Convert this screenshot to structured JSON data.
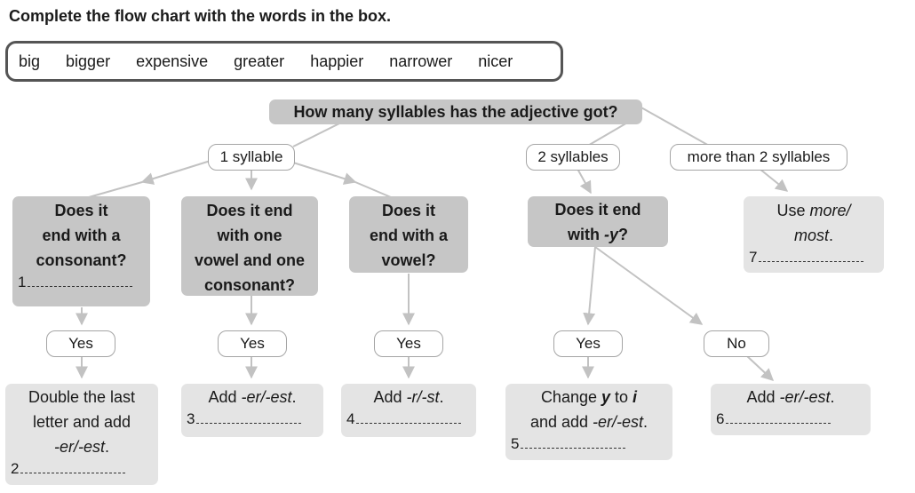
{
  "instruction": "Complete the flow chart with the words in the box.",
  "word_box": [
    "big",
    "bigger",
    "expensive",
    "greater",
    "happier",
    "narrower",
    "nicer"
  ],
  "question": "How many syllables has the adjective got?",
  "branches": {
    "one": "1 syllable",
    "two": "2 syllables",
    "more": "more than 2 syllables"
  },
  "questions": {
    "consonant": [
      "Does it",
      "end with a",
      "consonant?"
    ],
    "cvc": [
      "Does it end",
      "with one",
      "vowel and one",
      "consonant?"
    ],
    "vowel": [
      "Does it",
      "end with a",
      "vowel?"
    ],
    "y_prefix": "Does it end",
    "y_line2": "with ",
    "y_italic": "-y",
    "y_end": "?"
  },
  "answers": {
    "yes": "Yes",
    "no": "No"
  },
  "rules": {
    "double_1": "Double the last",
    "double_2": "letter and add",
    "double_3": "-er/-est",
    "double_dot": ".",
    "add": "Add ",
    "er_est": "-er/-est",
    "r_st": "-r/-st",
    "period": ".",
    "change_1": "Change ",
    "change_y": "y",
    "change_to": " to ",
    "change_i": "i",
    "change_2": "and add ",
    "use_1": "Use ",
    "use_more": "more/",
    "use_most": "most",
    "use_dot": "."
  },
  "blanks": [
    "1",
    "2",
    "3",
    "4",
    "5",
    "6",
    "7"
  ]
}
